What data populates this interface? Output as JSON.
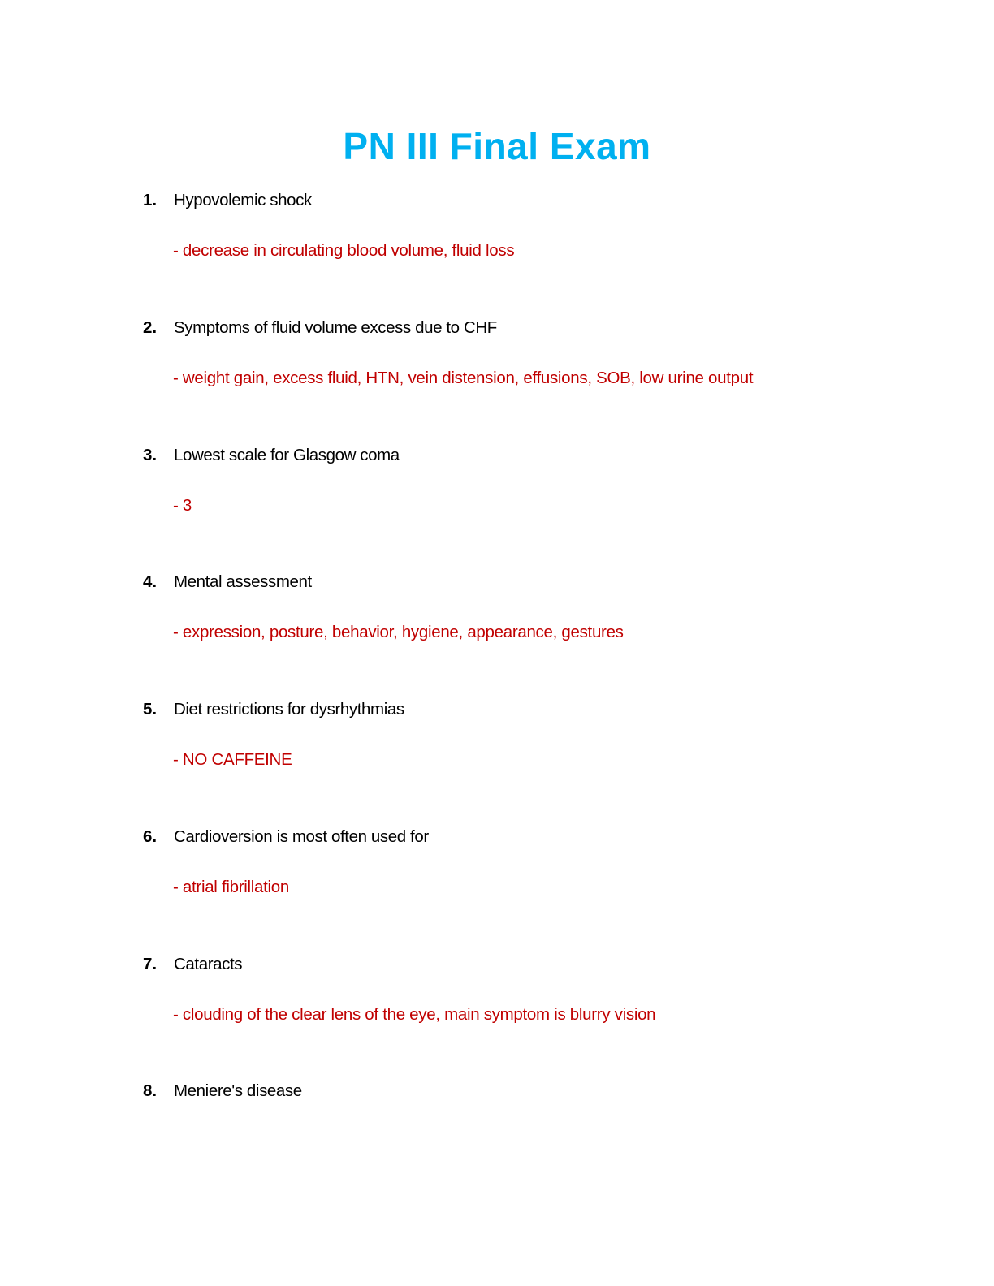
{
  "document": {
    "title": "PN III Final Exam",
    "title_color": "#00b0f0",
    "answer_color": "#c00000",
    "text_color": "#000000"
  },
  "items": [
    {
      "number": "1.",
      "question": "Hypovolemic shock",
      "answer": "- decrease in circulating blood volume, fluid loss"
    },
    {
      "number": "2.",
      "question": "Symptoms of fluid volume excess due to CHF",
      "answer": "- weight gain, excess fluid, HTN, vein distension, effusions, SOB, low urine output"
    },
    {
      "number": "3.",
      "question": "Lowest scale for Glasgow coma",
      "answer": "- 3"
    },
    {
      "number": "4.",
      "question": "Mental assessment",
      "answer": "- expression, posture, behavior, hygiene, appearance, gestures"
    },
    {
      "number": "5.",
      "question": "Diet restrictions for dysrhythmias",
      "answer": "- NO CAFFEINE"
    },
    {
      "number": "6.",
      "question": "Cardioversion is most often used for",
      "answer": "- atrial fibrillation"
    },
    {
      "number": "7.",
      "question": "Cataracts",
      "answer": "- clouding of the clear lens of the eye, main symptom is blurry vision"
    },
    {
      "number": "8.",
      "question": "Meniere's disease",
      "answer": ""
    }
  ]
}
